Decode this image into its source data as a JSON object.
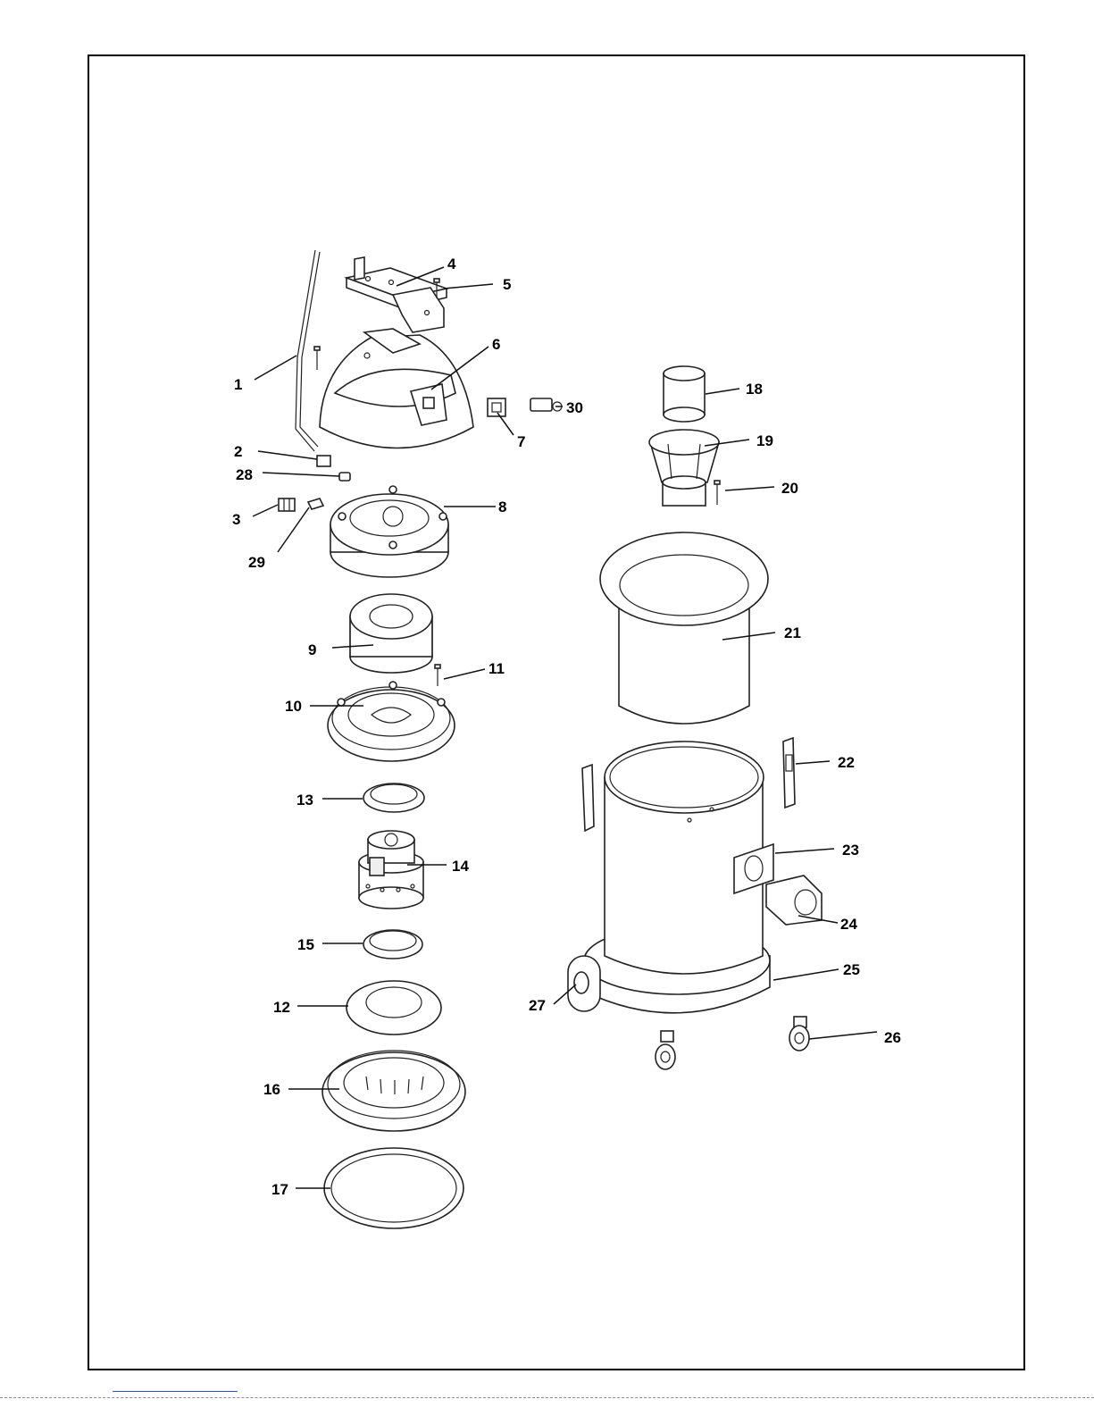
{
  "diagram": {
    "type": "exploded-parts-view",
    "colors": {
      "line": "#222222",
      "frame": "#000000",
      "fill": "#ffffff",
      "shade": "#efefef"
    },
    "labels": {
      "p1": "1",
      "p2": "2",
      "p3": "3",
      "p4": "4",
      "p5": "5",
      "p6": "6",
      "p7": "7",
      "p8": "8",
      "p9": "9",
      "p10": "10",
      "p11": "11",
      "p12": "12",
      "p13": "13",
      "p14": "14",
      "p15": "15",
      "p16": "16",
      "p17": "17",
      "p18": "18",
      "p19": "19",
      "p20": "20",
      "p21": "21",
      "p22": "22",
      "p23": "23",
      "p24": "24",
      "p25": "25",
      "p26": "26",
      "p27": "27",
      "p28": "28",
      "p29": "29",
      "p30": "30"
    }
  }
}
